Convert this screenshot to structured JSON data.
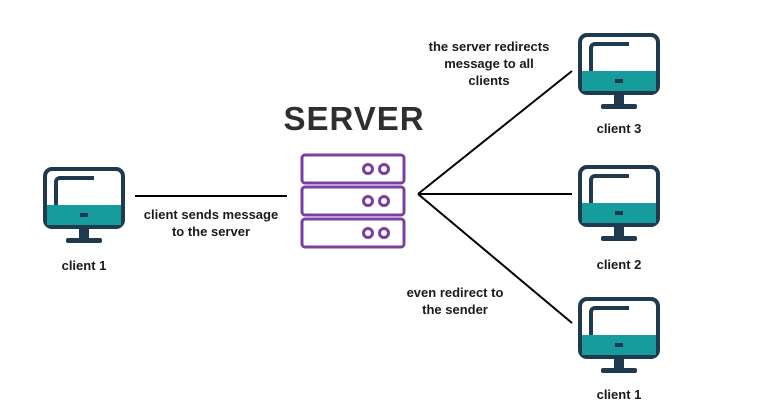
{
  "server": {
    "title": "SERVER",
    "icon": "server-rack-icon",
    "color": "#7b3fa0"
  },
  "clients": {
    "left": {
      "label": "client 1"
    },
    "right_top": {
      "label": "client 3"
    },
    "right_middle": {
      "label": "client 2"
    },
    "right_bottom": {
      "label": "client 1"
    }
  },
  "annotations": {
    "sends_line1": "client sends message",
    "sends_line2": "to the server",
    "redirects_line1": "the server redirects",
    "redirects_line2": "message to all",
    "redirects_line3": "clients",
    "sender_line1": "even redirect to",
    "sender_line2": "the sender"
  },
  "colors": {
    "monitor_outline": "#1f3a4f",
    "monitor_screen": "#169c9c",
    "line": "#000000",
    "text": "#1a1a1a"
  },
  "icons": {
    "client": "desktop-monitor-icon"
  }
}
